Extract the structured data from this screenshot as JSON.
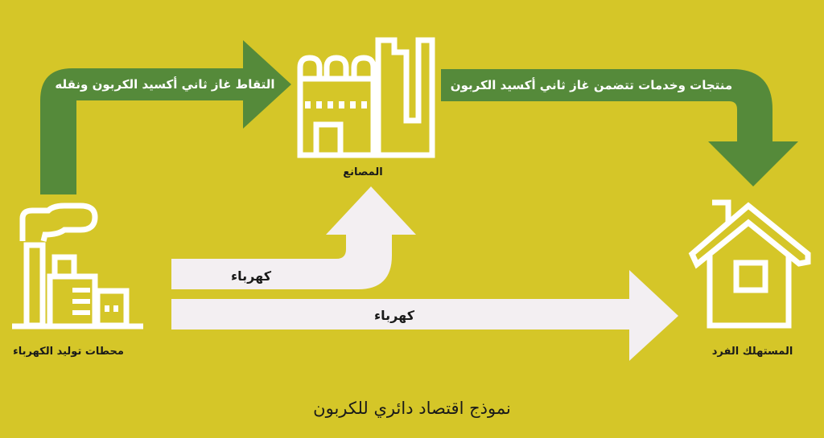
{
  "title": "نموذج اقتصاد دائري للكربون",
  "nodes": {
    "power_plants": "محطات توليد الكهرباء",
    "factories": "المصانع",
    "consumer": "المستهلك الفرد"
  },
  "flows": {
    "capture": "التقاط غاز ثاني أكسيد الكربون ونقله",
    "products": "منتجات وخدمات تتضمن غاز ثاني أكسيد الكربون",
    "electricity_to_factories": "كهرباء",
    "electricity_to_consumer": "كهرباء"
  },
  "colors": {
    "background": "#d5c628",
    "green_arrow": "#558a3a",
    "white_arrow": "#f3eff2"
  }
}
